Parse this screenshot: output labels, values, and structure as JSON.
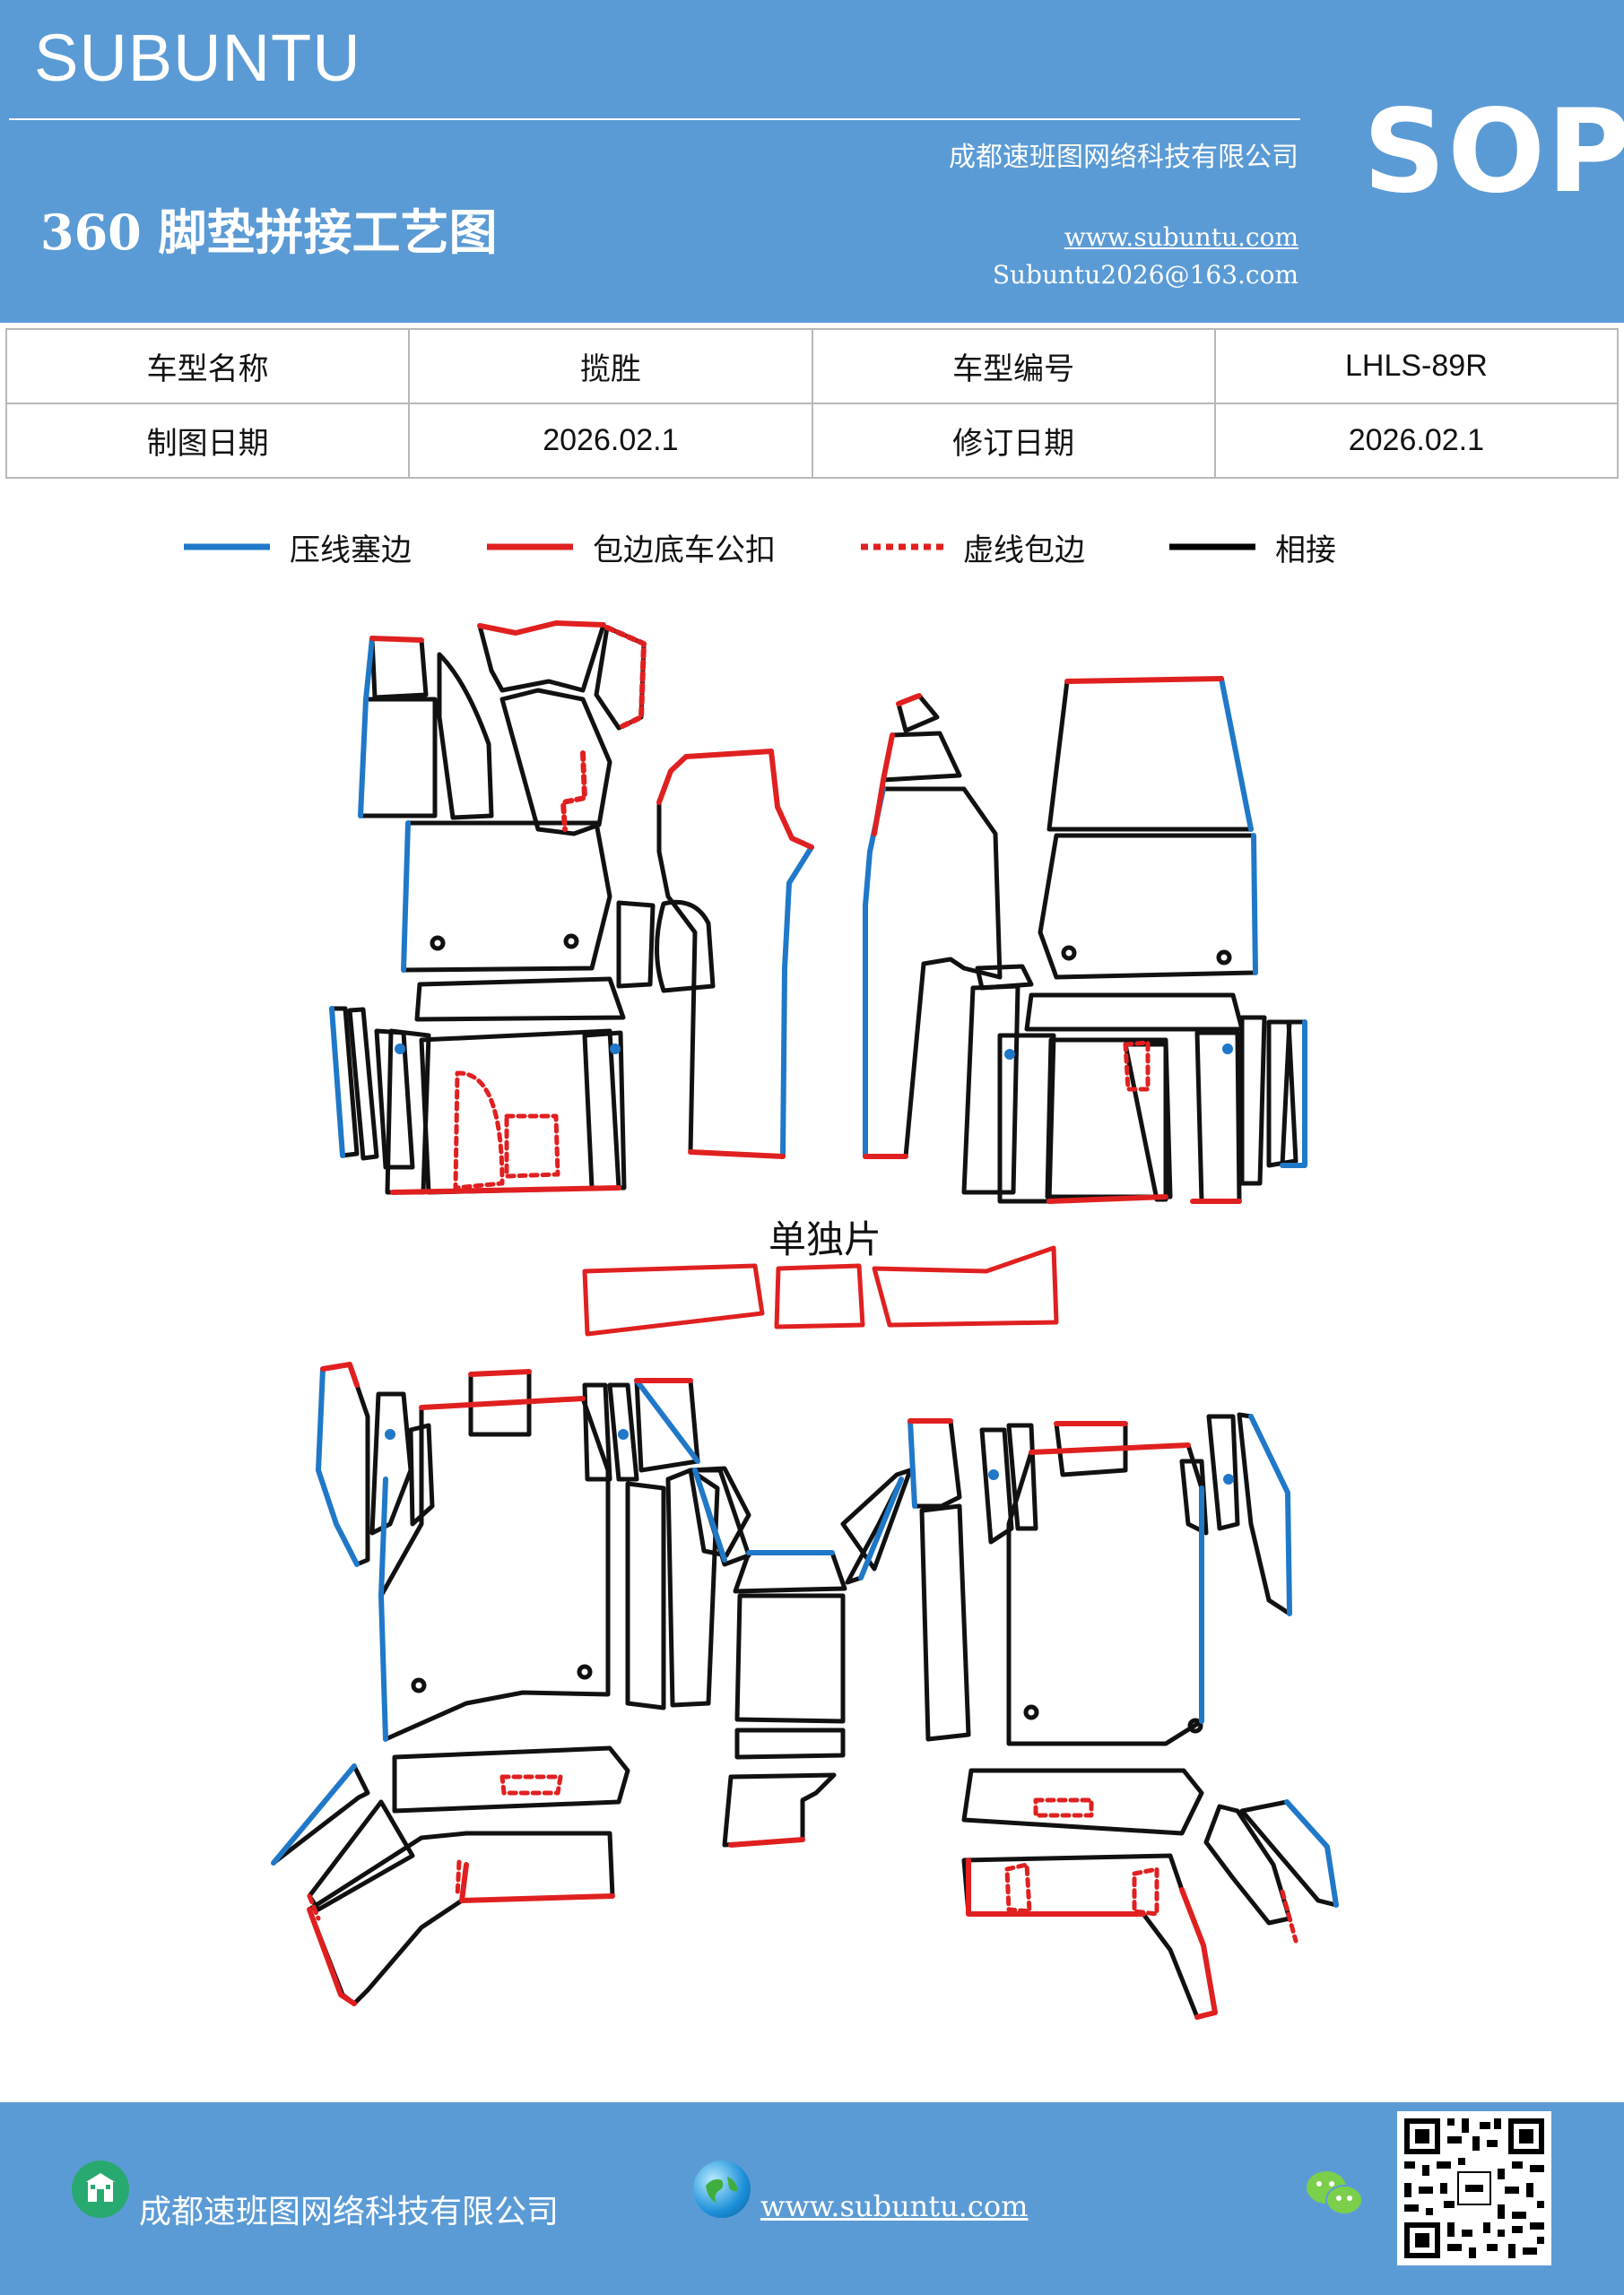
{
  "header": {
    "brand": "SUBUNTU",
    "company": "成都速班图网络科技有限公司",
    "title": "360 脚垫拼接工艺图",
    "url": "www.subuntu.com",
    "email": "Subuntu2026@163.com",
    "badge": "SOP",
    "bg_color": "#5b9bd5"
  },
  "info": {
    "model_name_label": "车型名称",
    "model_name": "揽胜",
    "model_code_label": "车型编号",
    "model_code": "LHLS-89R",
    "draw_date_label": "制图日期",
    "draw_date": "2026.02.1",
    "revise_date_label": "修订日期",
    "revise_date": "2026.02.1"
  },
  "legend": [
    {
      "label": "压线塞边",
      "color": "#1f78c8",
      "style": "solid"
    },
    {
      "label": "包边底车公扣",
      "color": "#e02020",
      "style": "solid"
    },
    {
      "label": "虚线包边",
      "color": "#e02020",
      "style": "dotted"
    },
    {
      "label": "相接",
      "color": "#000000",
      "style": "solid"
    }
  ],
  "diagram": {
    "single_piece_label": "单独片"
  },
  "footer": {
    "company": "成都速班图网络科技有限公司",
    "url": "www.subuntu.com",
    "icons": [
      "building-icon",
      "globe-icon",
      "wechat-icon",
      "qr-code"
    ]
  }
}
